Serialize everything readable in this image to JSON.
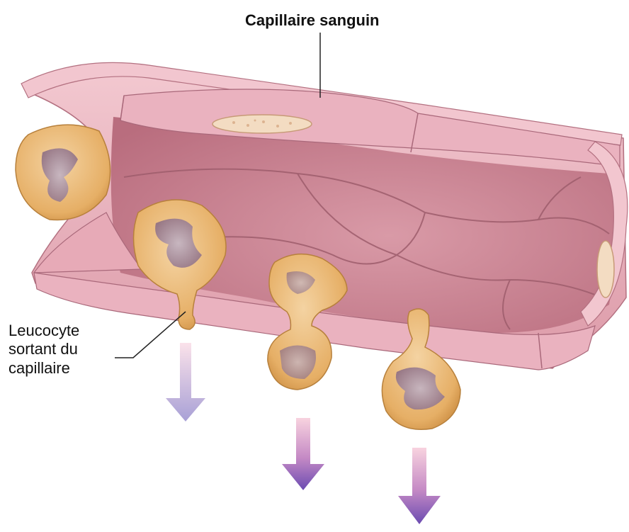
{
  "labels": {
    "vessel": "Capillaire sanguin",
    "leukocyte": [
      "Leucocyte",
      "sortant du",
      "capillaire"
    ]
  },
  "colors": {
    "vessel_outer": "#e7aab7",
    "vessel_inner": "#c98593",
    "vessel_rim": "#f2c6cf",
    "vessel_lines": "#9e5d6c",
    "cell_body": "#e9b56b",
    "cell_edge": "#c98a3f",
    "nucleus": "#a6859a",
    "arrow_top": "#f3c2d4",
    "arrow_bottom": "#6b4bb1"
  }
}
